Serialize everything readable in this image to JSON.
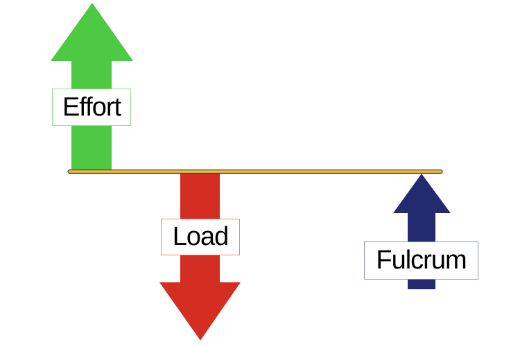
{
  "diagram": {
    "title": "",
    "colors": {
      "effort": "#4ec943",
      "load": "#d42e22",
      "fulcrum": "#232a6e",
      "beam_fill": "#e8b94a",
      "beam_stroke": "#4a4030"
    },
    "labels": {
      "effort": "Effort",
      "load": "Load",
      "fulcrum": "Fulcrum"
    },
    "arrows": [
      {
        "name": "effort",
        "direction": "up"
      },
      {
        "name": "load",
        "direction": "down"
      },
      {
        "name": "fulcrum",
        "direction": "up"
      }
    ]
  }
}
